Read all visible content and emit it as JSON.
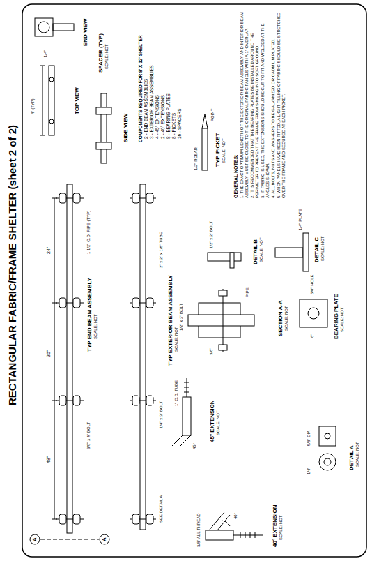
{
  "diagram": {
    "title": "RECTANGULAR FABRIC/FRAME SHELTER (sheet 2 of 2)",
    "labels": [
      "TYP END BEAM ASSEMBLY",
      "SCALE: NOT",
      "48\"",
      "36\"",
      "24\"",
      "3/8\" x 4\" BOLT",
      "1 1/2\" O.D. PIPE (TYP)",
      "A",
      "A",
      "TYP EXTERIOR BEAM ASSEMBLY",
      "SCALE: NOT",
      "SEE DETAIL A",
      "1/4\" x 3\" BOLT",
      "2\" x 2\" x 1/8\" TUBE",
      "45° EXTENSION",
      "SCALE: NOT",
      "1\" O.D. TUBE",
      "45°",
      "40° EXTENSION",
      "SCALE: NOT",
      "3/8\" ALL THREAD",
      "40°",
      "DETAIL A",
      "SCALE: NOT",
      "1/4\"",
      "5/8\" DIA",
      "SECTION A-A",
      "SCALE: NOT",
      "1/2\" x 3\" BOLT",
      "3/8\"",
      "PIPE",
      "BEARING PLATE",
      "SCALE: NOT",
      "6\"",
      "5/8\" HOLE",
      "DETAIL B",
      "SCALE: NOT",
      "1/2\" x 2\" BOLT",
      "DETAIL C",
      "SCALE: NOT",
      "1/4\" PLATE",
      "TYP. PICKET",
      "SCALE: NOT",
      "1/2\" REBAR",
      "POINT",
      "SIDE VIEW",
      "TOP VIEW",
      "END VIEW",
      "SPACER (TYP)",
      "SCALE: NOT",
      "4\" (TYP)",
      "1/4\"",
      "COMPONENTS REQUIRED FOR 8' X 12' SHELTER",
      "2 - END BEAM ASSEMBLIES",
      "3 - EXTERIOR BEAM ASSEMBLIES",
      "4 - 45° EXTENSIONS",
      "2 - 40° EXTENSIONS",
      "8 - BEARING PLATES",
      "8 - PICKETS",
      "16 - SPACERS",
      "GENERAL NOTES:",
      "1. THE EXACT OPTIMUM LENGTH OF THE EXTERIOR BEAM ASSEMBLY AND INTERIOR BEAM ASSEMBLY MUST BE CLOSE TO THE ORIGINAL FABRIC PANELS WITH A 1\" OVERLAP.",
      "2. IT IS RECOMMENDED THAT THE BEARING PLATES BE INSTALLED AROUND THE PERIMETER TO PREVENT THE FRAME FROM SINKING INTO SOFT GROUND.",
      "3. IF FABRIC IS USED, THE EXTENSIONS SHOULD BE CUT TO FIT AND WELDED AT THE ANGLES SHOWN.",
      "4. ALL BOLTS, NUTS AND WASHERS TO BE GALVANIZED OR CADMIUM PLATED.",
      "5. WHEN PANELS HAVE BEEN FITTED, A LIGHT FILLING OF FABRIC SHOULD BE STRETCHED OVER THE FRAME AND SECURED AT EACH PICKET."
    ]
  }
}
